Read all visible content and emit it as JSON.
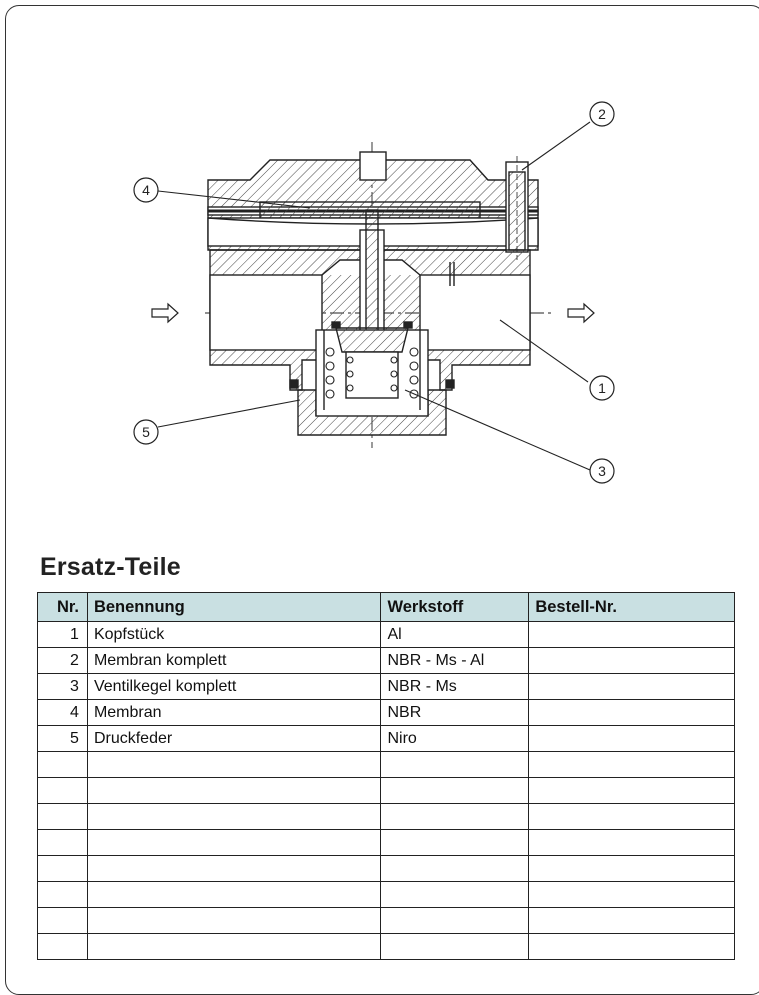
{
  "drawing": {
    "callouts": [
      "1",
      "2",
      "3",
      "4",
      "5"
    ],
    "flow_arrow_icon": "arrow-right-outline-icon"
  },
  "section": {
    "title": "Ersatz-Teile"
  },
  "table": {
    "headers": {
      "nr": "Nr.",
      "name": "Benennung",
      "material": "Werkstoff",
      "order": "Bestell-Nr."
    },
    "rows": [
      {
        "nr": "1",
        "name": "Kopfstück",
        "material": "Al",
        "order": ""
      },
      {
        "nr": "2",
        "name": "Membran komplett",
        "material": "NBR - Ms - Al",
        "order": ""
      },
      {
        "nr": "3",
        "name": "Ventilkegel komplett",
        "material": "NBR - Ms",
        "order": ""
      },
      {
        "nr": "4",
        "name": "Membran",
        "material": "NBR",
        "order": ""
      },
      {
        "nr": "5",
        "name": "Druckfeder",
        "material": "Niro",
        "order": ""
      },
      {
        "nr": "",
        "name": "",
        "material": "",
        "order": ""
      },
      {
        "nr": "",
        "name": "",
        "material": "",
        "order": ""
      },
      {
        "nr": "",
        "name": "",
        "material": "",
        "order": ""
      },
      {
        "nr": "",
        "name": "",
        "material": "",
        "order": ""
      },
      {
        "nr": "",
        "name": "",
        "material": "",
        "order": ""
      },
      {
        "nr": "",
        "name": "",
        "material": "",
        "order": ""
      },
      {
        "nr": "",
        "name": "",
        "material": "",
        "order": ""
      },
      {
        "nr": "",
        "name": "",
        "material": "",
        "order": ""
      }
    ]
  }
}
